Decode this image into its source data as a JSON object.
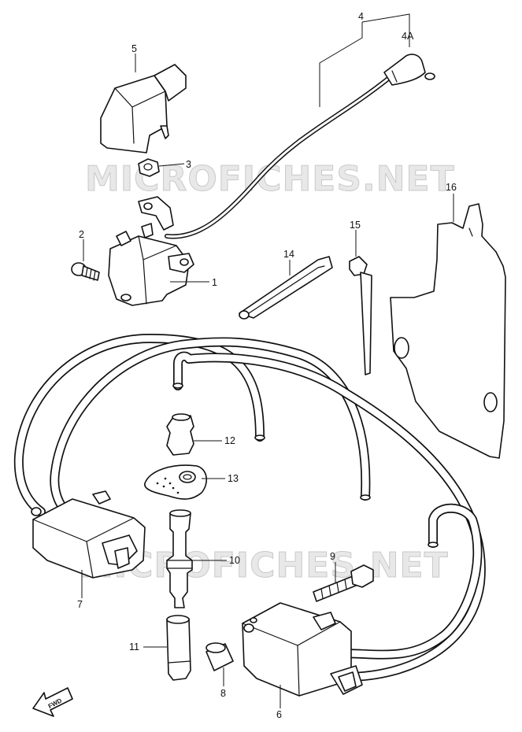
{
  "watermark": "MICROFICHES.NET",
  "fwd_label": "FWD",
  "callouts": {
    "c1": "1",
    "c2": "2",
    "c3": "3",
    "c4": "4",
    "c4a": "4A",
    "c5": "5",
    "c6": "6",
    "c7": "7",
    "c8": "8",
    "c9": "9",
    "c10": "10",
    "c11": "11",
    "c12": "12",
    "c13": "13",
    "c14": "14",
    "c15": "15",
    "c16": "16"
  },
  "icons": {
    "fwd_arrow": "fwd-arrow-icon"
  },
  "colors": {
    "ink": "#111111",
    "watermark": "#d6d6d6"
  }
}
